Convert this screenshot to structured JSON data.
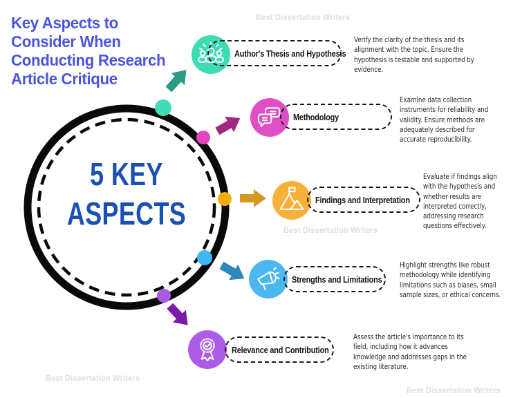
{
  "title": "Key Aspects to\nConsider When\nConducting Research\nArticle Critique",
  "title_color": "#4b55e1",
  "watermark": "Best Dissertation Writers",
  "center": {
    "label": "5 KEY\nASPECTS",
    "text_color": "#1b50b3",
    "ring_color": "#0a0a0a"
  },
  "items": [
    {
      "label": "Author's Thesis and Hypothesis",
      "description": "Verify the clarity of the thesis and its\nalignment with the topic. Ensure the\nhypothesis is testable and supported by\nevidence.",
      "icon": "team-idea-icon",
      "color": "#3edcb4",
      "dot_color": "#3eddb5",
      "arrow_color": "#2b9b82"
    },
    {
      "label": "Methodology",
      "description": "Examine data collection\ninstruments for reliability and\nvalidity. Ensure methods are\nadequately described for\naccurate reproducibility.",
      "icon": "chat-bubbles-icon",
      "color": "#df4ec4",
      "dot_color": "#e046c0",
      "arrow_color": "#a1267f"
    },
    {
      "label": "Findings and Interpretation",
      "description": "Evaluate if findings align\nwith the hypothesis and\nwhether results are\ninterpreted correctly,\naddressing research\nquestions effectively.",
      "icon": "mountain-flag-icon",
      "color": "#f6b13a",
      "dot_color": "#f8ab00",
      "arrow_color": "#d29a1d"
    },
    {
      "label": "Strengths and Limitations",
      "description": "Highlight strengths like robust\nmethodology while identifying\nlimitations such as biases, small\nsample sizes, or ethical concerns.",
      "icon": "megaphone-icon",
      "color": "#4bb8f1",
      "dot_color": "#3eb8f2",
      "arrow_color": "#2e86ba"
    },
    {
      "label": "Relevance and Contribution",
      "description": "Assess the article's importance to its\nfield, including how it advances\nknowledge and addresses gaps in the\nexisting literature.",
      "icon": "award-ribbon-icon",
      "color": "#ad5ce8",
      "dot_color": "#a958e8",
      "arrow_color": "#7a1ca6"
    }
  ]
}
